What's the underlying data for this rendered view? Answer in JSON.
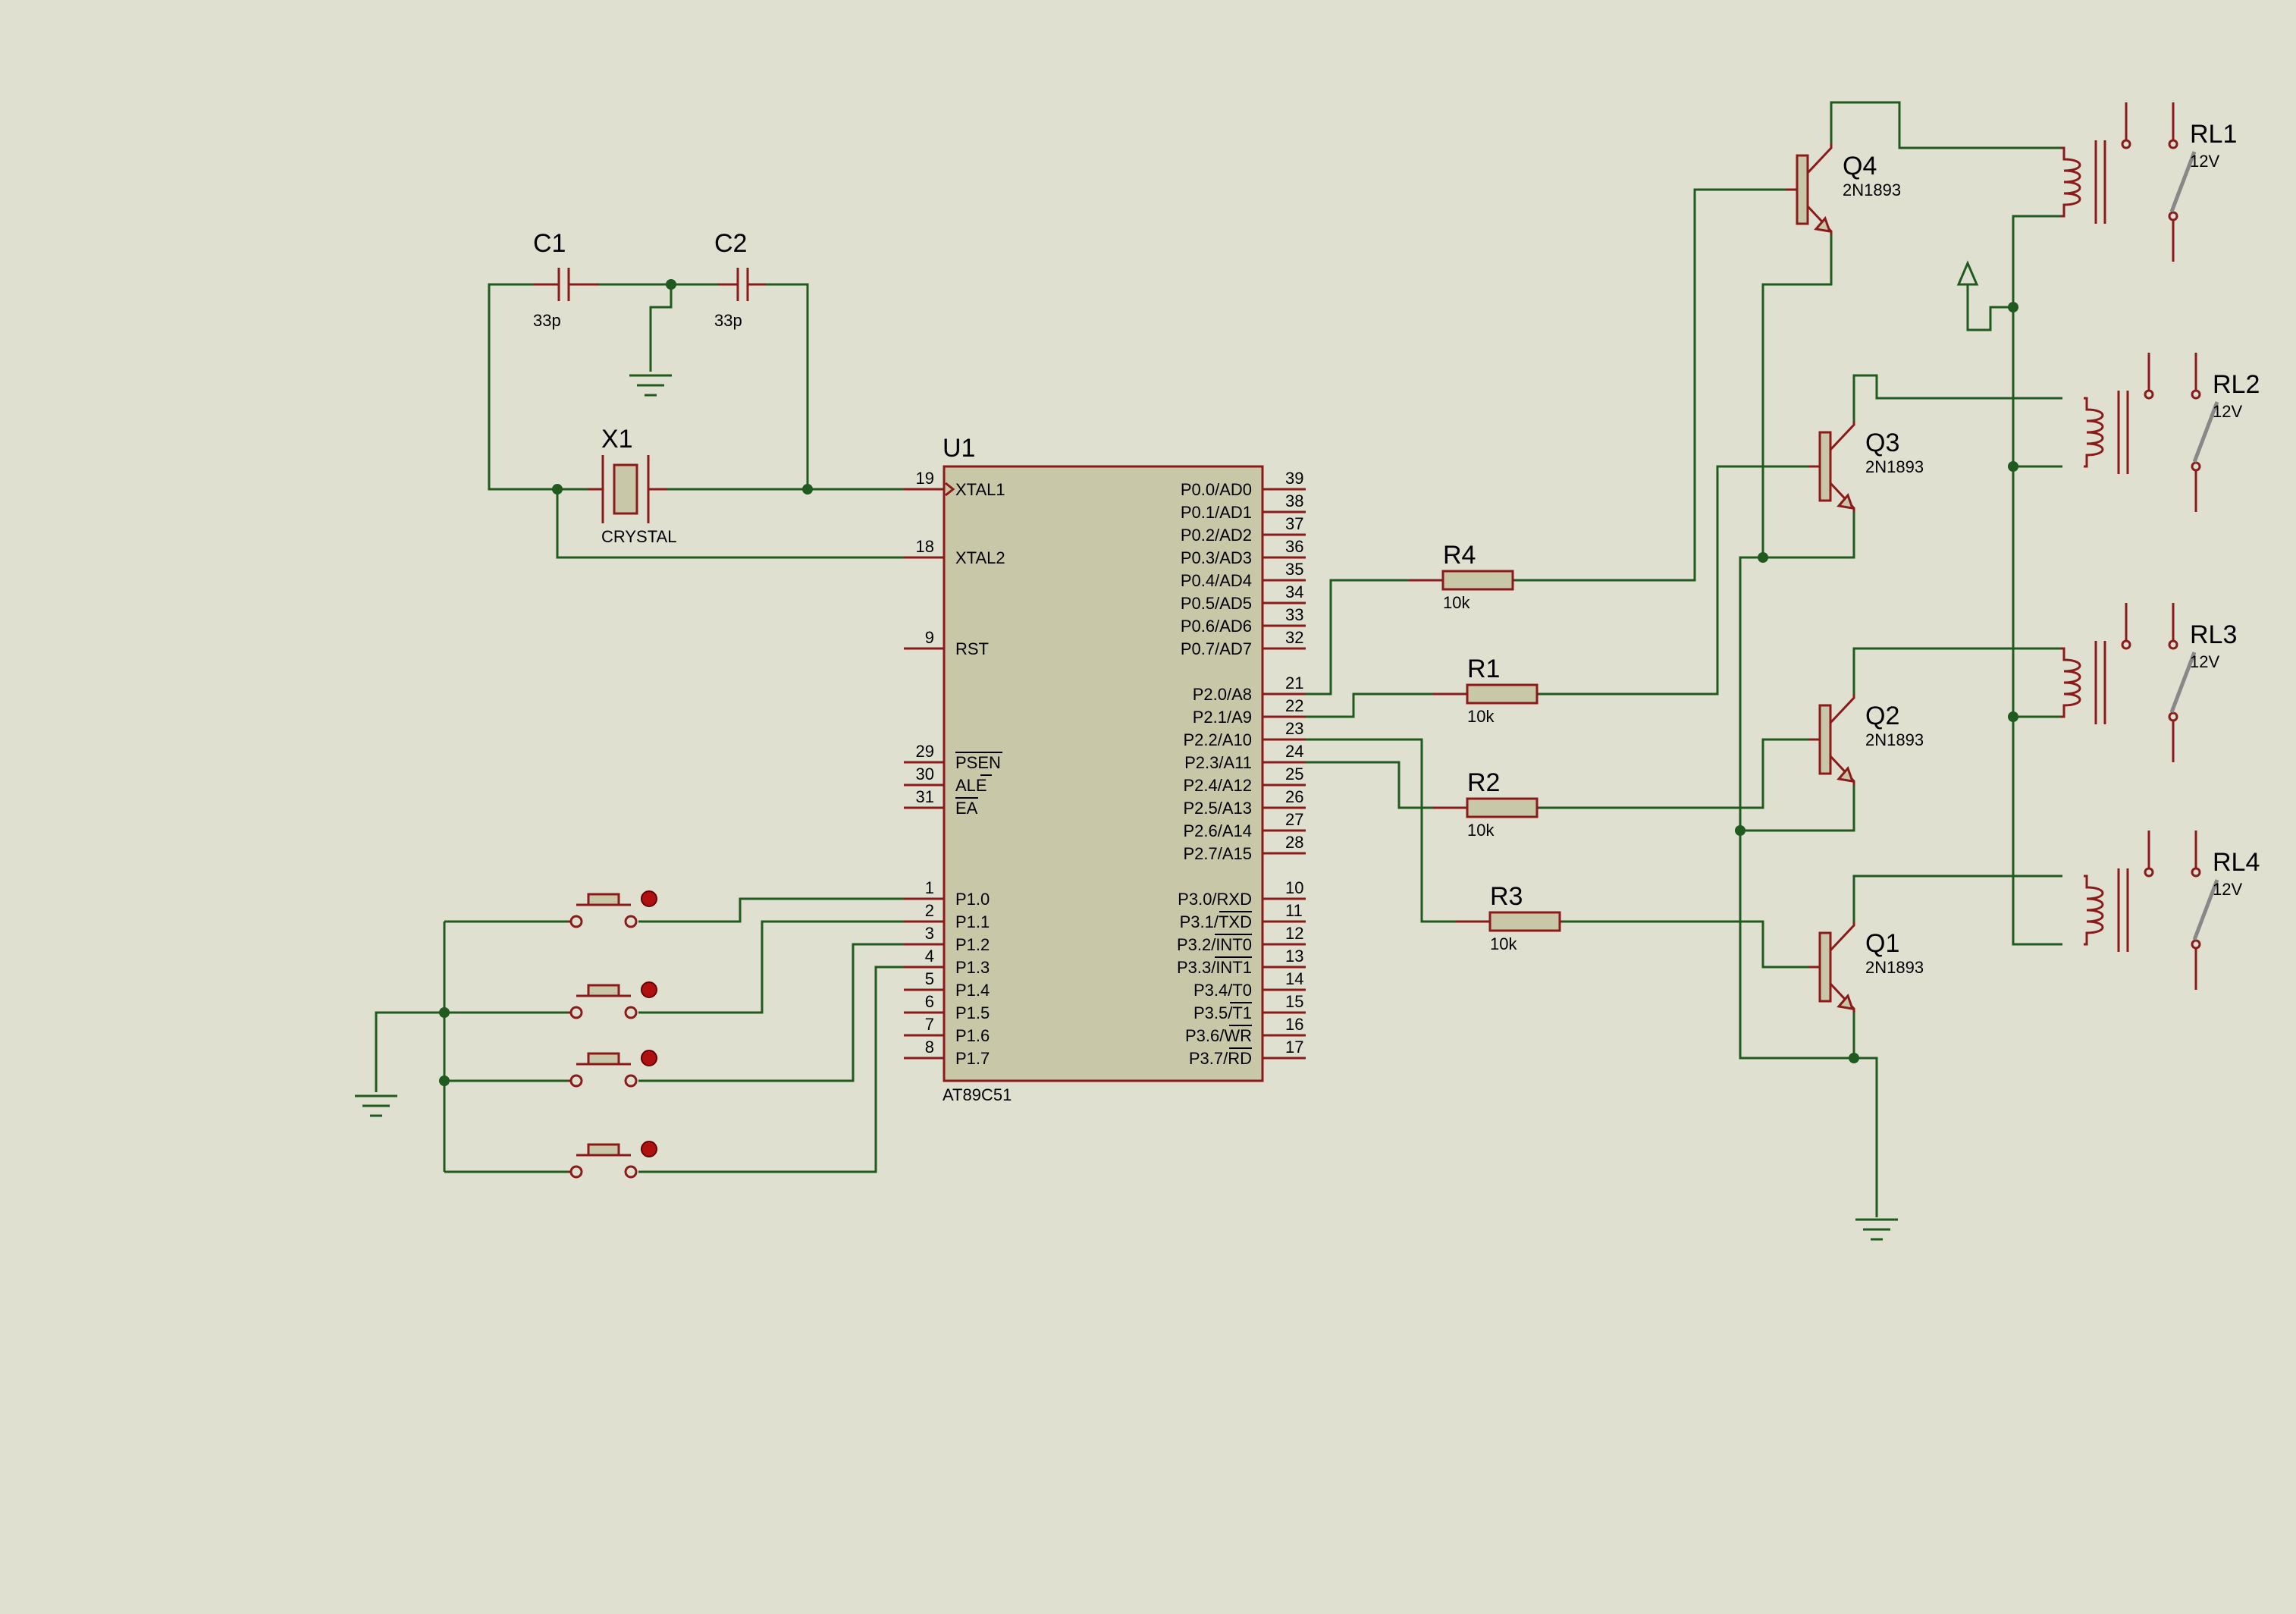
{
  "colors": {
    "background": "#e0e0d0",
    "wire": "#1f5a1f",
    "component": "#8b1a1a",
    "body_fill": "#c8c8a8"
  },
  "mcu": {
    "ref": "U1",
    "part": "AT89C51",
    "left_pins": [
      {
        "num": "19",
        "label": "XTAL1"
      },
      {
        "num": "18",
        "label": "XTAL2"
      },
      {
        "num": "9",
        "label": "RST"
      },
      {
        "num": "29",
        "label": "PSEN"
      },
      {
        "num": "30",
        "label": "ALE"
      },
      {
        "num": "31",
        "label": "EA"
      },
      {
        "num": "1",
        "label": "P1.0"
      },
      {
        "num": "2",
        "label": "P1.1"
      },
      {
        "num": "3",
        "label": "P1.2"
      },
      {
        "num": "4",
        "label": "P1.3"
      },
      {
        "num": "5",
        "label": "P1.4"
      },
      {
        "num": "6",
        "label": "P1.5"
      },
      {
        "num": "7",
        "label": "P1.6"
      },
      {
        "num": "8",
        "label": "P1.7"
      }
    ],
    "right_pins": [
      {
        "num": "39",
        "label": "P0.0/AD0"
      },
      {
        "num": "38",
        "label": "P0.1/AD1"
      },
      {
        "num": "37",
        "label": "P0.2/AD2"
      },
      {
        "num": "36",
        "label": "P0.3/AD3"
      },
      {
        "num": "35",
        "label": "P0.4/AD4"
      },
      {
        "num": "34",
        "label": "P0.5/AD5"
      },
      {
        "num": "33",
        "label": "P0.6/AD6"
      },
      {
        "num": "32",
        "label": "P0.7/AD7"
      },
      {
        "num": "21",
        "label": "P2.0/A8"
      },
      {
        "num": "22",
        "label": "P2.1/A9"
      },
      {
        "num": "23",
        "label": "P2.2/A10"
      },
      {
        "num": "24",
        "label": "P2.3/A11"
      },
      {
        "num": "25",
        "label": "P2.4/A12"
      },
      {
        "num": "26",
        "label": "P2.5/A13"
      },
      {
        "num": "27",
        "label": "P2.6/A14"
      },
      {
        "num": "28",
        "label": "P2.7/A15"
      },
      {
        "num": "10",
        "label": "P3.0/RXD"
      },
      {
        "num": "11",
        "label": "P3.1/TXD"
      },
      {
        "num": "12",
        "label": "P3.2/INT0"
      },
      {
        "num": "13",
        "label": "P3.3/INT1"
      },
      {
        "num": "14",
        "label": "P3.4/T0"
      },
      {
        "num": "15",
        "label": "P3.5/T1"
      },
      {
        "num": "16",
        "label": "P3.6/WR"
      },
      {
        "num": "17",
        "label": "P3.7/RD"
      }
    ]
  },
  "capacitors": [
    {
      "ref": "C1",
      "value": "33p"
    },
    {
      "ref": "C2",
      "value": "33p"
    }
  ],
  "crystal": {
    "ref": "X1",
    "value": "CRYSTAL"
  },
  "resistors": [
    {
      "ref": "R4",
      "value": "10k"
    },
    {
      "ref": "R1",
      "value": "10k"
    },
    {
      "ref": "R2",
      "value": "10k"
    },
    {
      "ref": "R3",
      "value": "10k"
    }
  ],
  "transistors": [
    {
      "ref": "Q4",
      "part": "2N1893"
    },
    {
      "ref": "Q3",
      "part": "2N1893"
    },
    {
      "ref": "Q2",
      "part": "2N1893"
    },
    {
      "ref": "Q1",
      "part": "2N1893"
    }
  ],
  "relays": [
    {
      "ref": "RL1",
      "value": "12V"
    },
    {
      "ref": "RL2",
      "value": "12V"
    },
    {
      "ref": "RL3",
      "value": "12V"
    },
    {
      "ref": "RL4",
      "value": "12V"
    }
  ]
}
